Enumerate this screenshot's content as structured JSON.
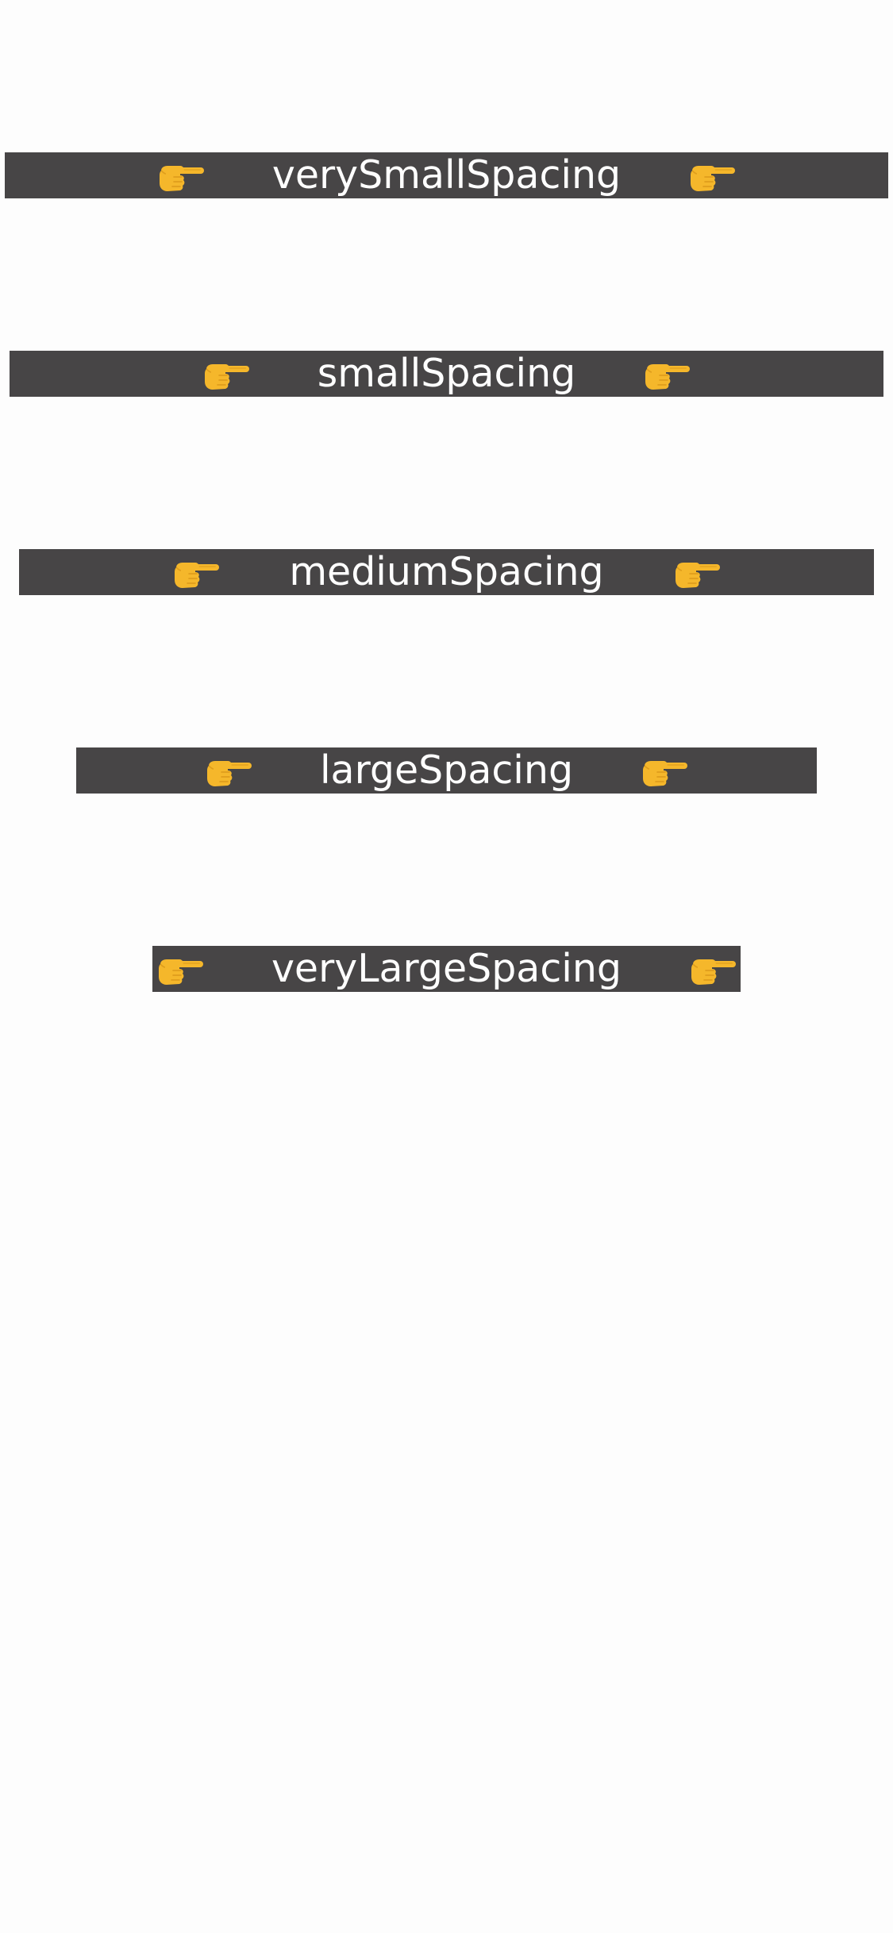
{
  "colors": {
    "background": "#fdfdfd",
    "bar": "#474546",
    "label": "#ffffff",
    "hand": "#f5b72b",
    "hand_shadow": "#d18d14"
  },
  "icons": {
    "left": "backhand-index-pointing-right-icon",
    "right": "backhand-index-pointing-right-icon"
  },
  "rows": [
    {
      "label": "verySmallSpacing"
    },
    {
      "label": "smallSpacing"
    },
    {
      "label": "mediumSpacing"
    },
    {
      "label": "largeSpacing"
    },
    {
      "label": "veryLargeSpacing"
    }
  ]
}
